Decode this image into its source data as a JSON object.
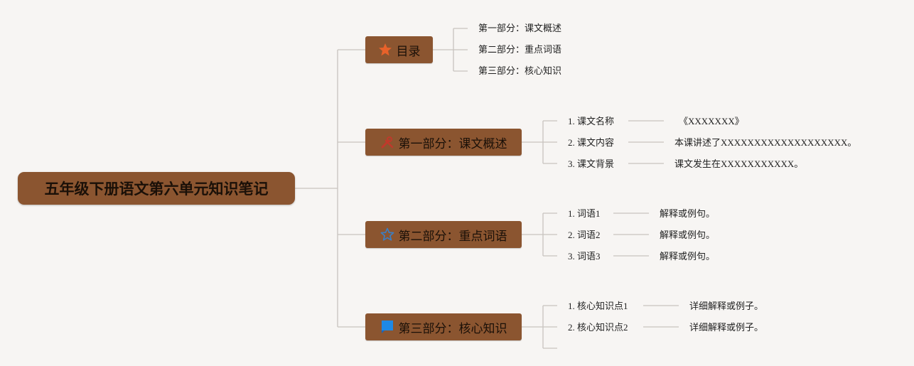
{
  "root": {
    "title": "五年级下册语文第六单元知识笔记"
  },
  "branches": [
    {
      "title": "目录",
      "icon": "star-filled-icon",
      "items": [
        "第一部分：课文概述",
        "第二部分：重点词语",
        "第三部分：核心知识"
      ]
    },
    {
      "title": "第一部分：课文概述",
      "icon": "tools-icon",
      "items": [
        {
          "label": "1. 课文名称",
          "detail": "《XXXXXXX》"
        },
        {
          "label": "2. 课文内容",
          "detail": "本课讲述了XXXXXXXXXXXXXXXXXXX。"
        },
        {
          "label": "3. 课文背景",
          "detail": "课文发生在XXXXXXXXXXX。"
        }
      ]
    },
    {
      "title": "第二部分：重点词语",
      "icon": "star-outline-icon",
      "items": [
        {
          "label": "1. 词语1",
          "detail": "解释或例句。"
        },
        {
          "label": "2. 词语2",
          "detail": "解释或例句。"
        },
        {
          "label": "3. 词语3",
          "detail": "解释或例句。"
        }
      ]
    },
    {
      "title": "第三部分：核心知识",
      "icon": "flag-icon",
      "items": [
        {
          "label": "1. 核心知识点1",
          "detail": "详细解释或例子。"
        },
        {
          "label": "2. 核心知识点2",
          "detail": "详细解释或例子。"
        }
      ]
    }
  ],
  "colors": {
    "node_fill": "#8b5530",
    "connector": "#c8c3bf",
    "star_filled": "#e8622a",
    "tools": "#c0392b",
    "star_outline": "#3b7fc4",
    "flag": "#1e88e5"
  }
}
